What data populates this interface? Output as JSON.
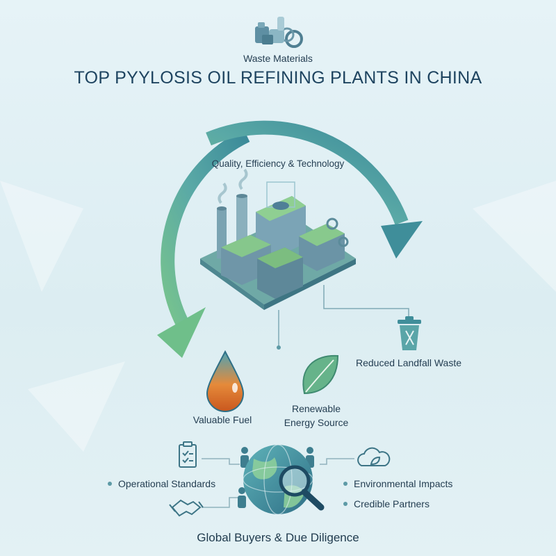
{
  "header": {
    "top_label": "Waste Materials",
    "title": "TOP PYYLOSIS OIL REFINING PLANTS IN CHINA"
  },
  "cycle": {
    "center_label": "Quality, Efficiency & Technology"
  },
  "outputs": {
    "fuel": "Valuable Fuel",
    "renewable_line1": "Renewable",
    "renewable_line2": "Energy Source",
    "landfill": "Reduced Landfall Waste"
  },
  "due_diligence": {
    "left_items": [
      "Operational Standards"
    ],
    "right_items": [
      "Environmental Impacts",
      "Credible Partners"
    ],
    "footer": "Global Buyers & Due Diligence"
  },
  "colors": {
    "arrow_green": "#6fbf8a",
    "arrow_teal": "#3f8e9a",
    "building": "#6d9fb0",
    "roof_green": "#7cc07f",
    "oil_orange": "#e07a2e",
    "leaf_green": "#5aa97a"
  },
  "icons": [
    "waste-pile-icon",
    "factory-icon",
    "oil-drop-icon",
    "leaf-icon",
    "trash-bin-icon",
    "checklist-icon",
    "handshake-icon",
    "globe-search-icon",
    "cloud-leaf-icon",
    "person-icon"
  ]
}
